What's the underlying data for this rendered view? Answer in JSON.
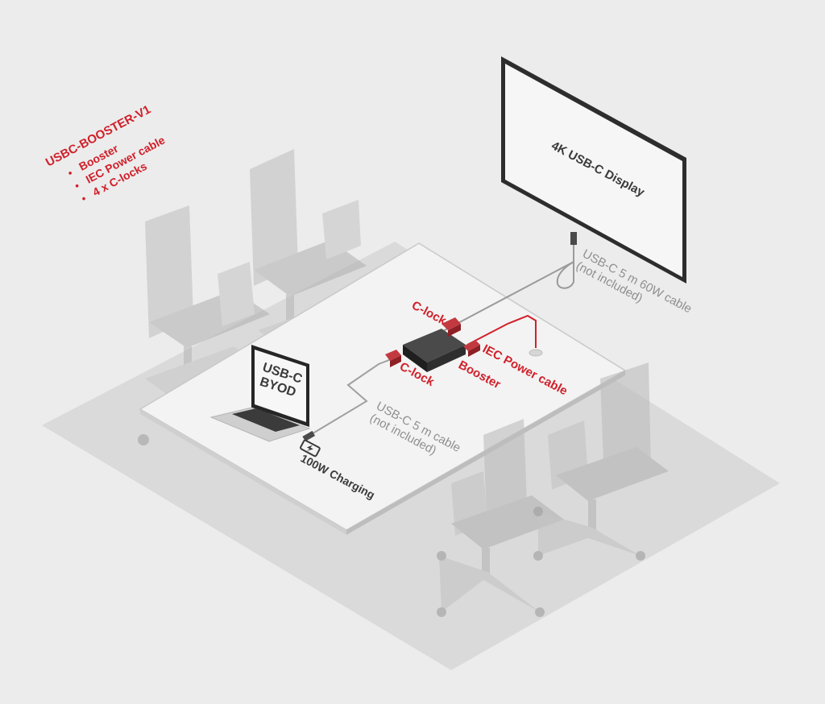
{
  "product": {
    "title": "USBC-BOOSTER-V1",
    "contents": [
      "Booster",
      "IEC Power cable",
      "4 x C-locks"
    ]
  },
  "display": {
    "label": "4K USB-C Display"
  },
  "laptop": {
    "label_line1": "USB-C",
    "label_line2": "BYOD"
  },
  "labels": {
    "clock_top": "C-lock",
    "clock_bottom": "C-lock",
    "booster": "Booster",
    "iec_cable": "IEC Power cable",
    "display_cable_line1": "USB-C 5 m 60W cable",
    "display_cable_line2": "(not included)",
    "laptop_cable_line1": "USB-C 5 m cable",
    "laptop_cable_line2": "(not included)",
    "charging": "100W Charging"
  },
  "colors": {
    "accent": "#d0202a",
    "background": "#ececec",
    "floor": "#d9d9d9",
    "table": "#f4f4f4",
    "booster": "#2e2e2e",
    "cable_grey": "#9a9a9a"
  }
}
